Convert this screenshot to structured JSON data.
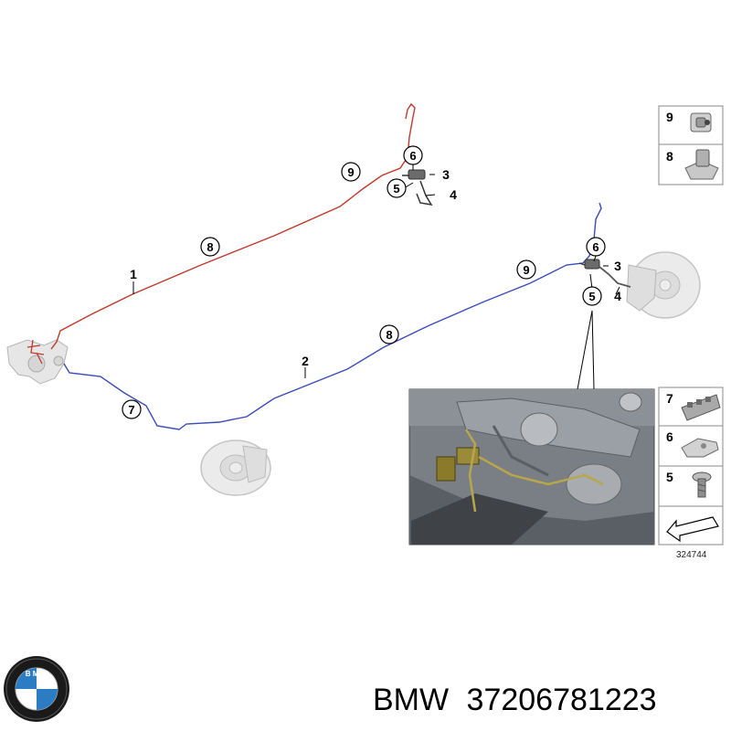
{
  "diagram": {
    "callouts": {
      "c1": "1",
      "c2": "2",
      "c3a": "3",
      "c4a": "4",
      "c5a": "5",
      "c6a": "6",
      "c8a": "8",
      "c9a": "9",
      "c3b": "3",
      "c4b": "4",
      "c5b": "5",
      "c6b": "6",
      "c7": "7",
      "c8b": "8",
      "c9b": "9"
    },
    "parts_legend": {
      "p9": "9",
      "p8": "8",
      "p7": "7",
      "p6": "6",
      "p5": "5"
    },
    "reference_number": "324744",
    "colors": {
      "line_1": "#c0392b",
      "line_2": "#3b4bb8",
      "detail_line": "#8a7a2a"
    }
  },
  "footer": {
    "brand": "BMW",
    "part_number": "37206781223",
    "logo_icon": "bmw-roundel-icon"
  }
}
